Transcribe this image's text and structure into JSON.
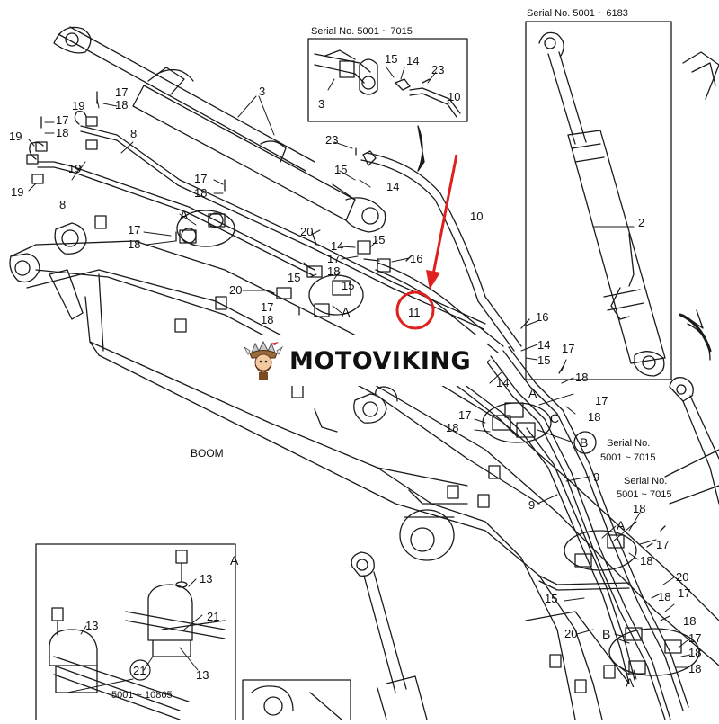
{
  "watermark": {
    "text": "MOTOVIKING"
  },
  "serials": {
    "top_inset": "Serial No. 5001 ~ 7015",
    "right_inset": "Serial No. 5001 ~ 6183",
    "b_line1": "Serial No.",
    "b_line2": "5001 ~ 7015",
    "mid_line1": "Serial No.",
    "mid_line2": "5001 ~ 7015",
    "bottom_left": "5001 ~ 10865"
  },
  "section_labels": {
    "boom": "BOOM"
  },
  "detail_letters": {
    "a": "A",
    "b": "B",
    "c": "C"
  },
  "highlight": {
    "part": "11",
    "color": "#e0201e"
  },
  "parts": {
    "p2": "2",
    "p3": "3",
    "p8": "8",
    "p9": "9",
    "p10": "10",
    "p11": "11",
    "p13": "13",
    "p14": "14",
    "p15": "15",
    "p16": "16",
    "p17": "17",
    "p18": "18",
    "p19": "19",
    "p20": "20",
    "p21": "21",
    "p23": "23"
  }
}
